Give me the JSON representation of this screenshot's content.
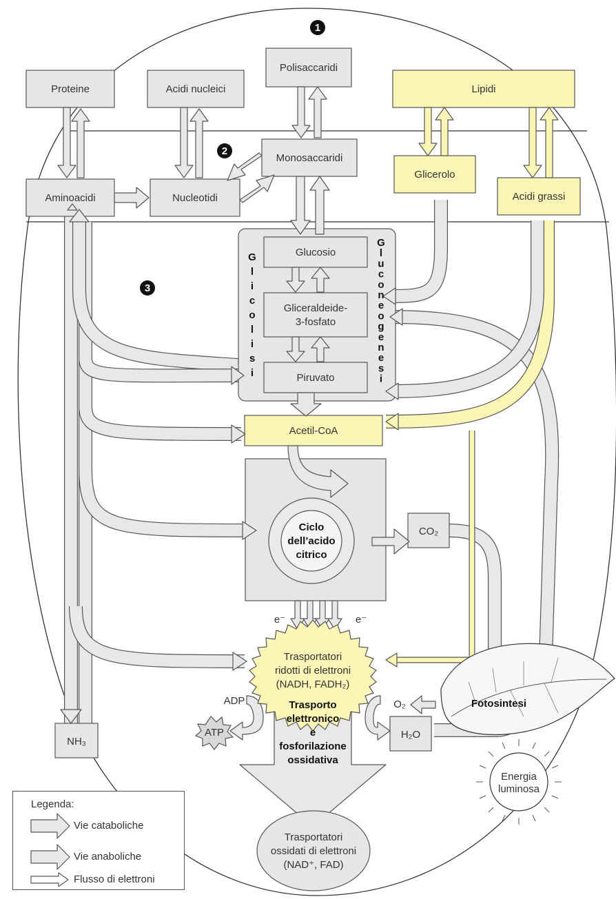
{
  "markers": {
    "m1": "1",
    "m2": "2",
    "m3": "3"
  },
  "boxes": {
    "polisaccaridi": "Polisaccaridi",
    "proteine": "Proteine",
    "acidi_nucleici": "Acidi nucleici",
    "lipidi": "Lipidi",
    "monosaccaridi": "Monosaccaridi",
    "glicerolo": "Glicerolo",
    "aminoacidi": "Aminoacidi",
    "nucleotidi": "Nucleotidi",
    "acidi_grassi": "Acidi grassi",
    "glucosio": "Glucosio",
    "gliceraldeide_l1": "Gliceraldeide-",
    "gliceraldeide_l2": "3-fosfato",
    "piruvato": "Piruvato",
    "acetil_coa": "Acetil-CoA",
    "co2": "CO₂",
    "nh3": "NH₃",
    "h2o": "H₂O",
    "atp": "ATP",
    "adp": "ADP",
    "o2": "O₂"
  },
  "vertical_labels": {
    "glicolisi": [
      "G",
      "l",
      "i",
      "c",
      "o",
      "l",
      "i",
      "s",
      "i"
    ],
    "gluconeogenesi": [
      "G",
      "l",
      "u",
      "c",
      "o",
      "n",
      "e",
      "o",
      "g",
      "e",
      "n",
      "e",
      "s",
      "i"
    ]
  },
  "ciclo": {
    "l1": "Ciclo",
    "l2": "dell’acido",
    "l3": "citrico"
  },
  "electron": {
    "e_left": "e⁻",
    "e_right": "e⁻"
  },
  "trasportatori_ridotti": {
    "l1": "Trasportatori",
    "l2": "ridotti di elettroni",
    "l3": "(NADH, FADH₂)"
  },
  "trasporto": {
    "l1": "Trasporto",
    "l2": "elettronico",
    "l3": "e",
    "l4": "fosforilazione",
    "l5": "ossidativa"
  },
  "trasportatori_ossidati": {
    "l1": "Trasportatori",
    "l2": "ossidati di elettroni",
    "l3": "(NAD⁺, FAD)"
  },
  "fotosintesi": "Fotosintesi",
  "energia": {
    "l1": "Energia",
    "l2": "luminosa"
  },
  "legend": {
    "title": "Legenda:",
    "catabolic": "Vie cataboliche",
    "anabolic": "Vie anaboliche",
    "electrons": "Flusso di elettroni"
  },
  "colors": {
    "gray": "#e6e6e6",
    "yellow": "#fbf6b6",
    "outline": "#555555"
  }
}
